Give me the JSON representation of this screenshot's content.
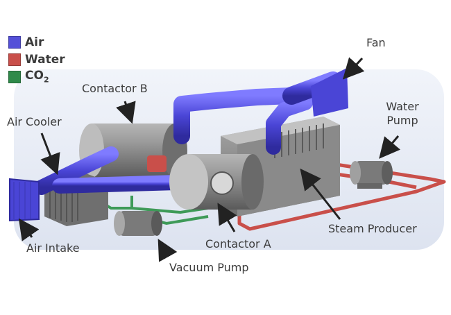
{
  "legend": [
    {
      "label": "Air",
      "color": "#5450d8"
    },
    {
      "label": "Water",
      "color": "#c94f4a"
    },
    {
      "label": "CO",
      "sub": "2",
      "color": "#2f8a4a"
    }
  ],
  "labels": {
    "fan": "Fan",
    "contactor_b": "Contactor B",
    "water_pump_line1": "Water",
    "water_pump_line2": "Pump",
    "air_cooler": "Air Cooler",
    "steam_producer": "Steam Producer",
    "contactor_a": "Contactor A",
    "air_intake": "Air Intake",
    "vacuum_pump": "Vacuum Pump"
  },
  "colors": {
    "air_pipe": "#4a45d6",
    "water_pipe": "#c94f4a",
    "co2_pipe": "#3e9a58",
    "equipment": "#8a8a8a",
    "background_panel": "#e6ebf5"
  }
}
